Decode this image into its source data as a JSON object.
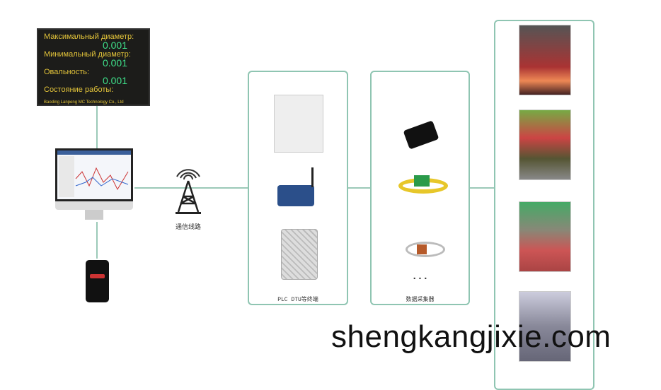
{
  "led_board": {
    "line1": "Максимальный диаметр:",
    "value1": "0.001",
    "line2": "Минимальный диаметр:",
    "value2": "0.001",
    "line3": "Овальность:",
    "value3": "0.001",
    "line4": "Состояние работы:",
    "company": "Baoding Lanpeng MC Technology Co., Ltd"
  },
  "tower": {
    "label": "通信线路"
  },
  "terminal_box": {
    "label": "PLC DTU等终端"
  },
  "collector_box": {
    "label": "数据采集器",
    "ellipsis": ". . ."
  },
  "watermark": "shengkangjixie.com",
  "colors": {
    "connector": "#9bc9b8",
    "led_text": "#e3c43a",
    "led_value": "#3fe08a"
  }
}
